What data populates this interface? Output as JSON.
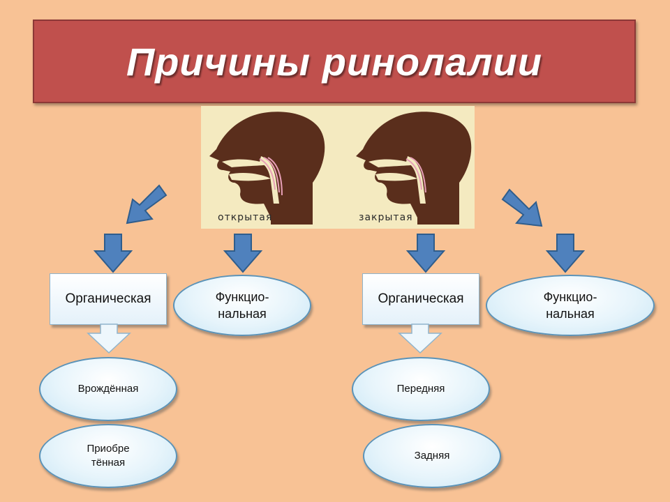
{
  "title": "Причины ринолалии",
  "figure": {
    "label_left": "открытая",
    "label_right": "закрытая"
  },
  "colors": {
    "background": "#f8c295",
    "banner": "#c0504d",
    "arrow_fill": "#4f81bd",
    "arrow_stroke": "#2f5d8c",
    "oval_border": "#5b93b8",
    "head": "#5a2e1c"
  },
  "left_group": {
    "organic": "Органическая",
    "functional": "Функцио-\nнальная",
    "sub1": "Врождённая",
    "sub2": "Приобре\nтённая"
  },
  "right_group": {
    "organic": "Органическая",
    "functional": "Функцио-\nнальная",
    "sub1": "Передняя",
    "sub2": "Задняя"
  }
}
